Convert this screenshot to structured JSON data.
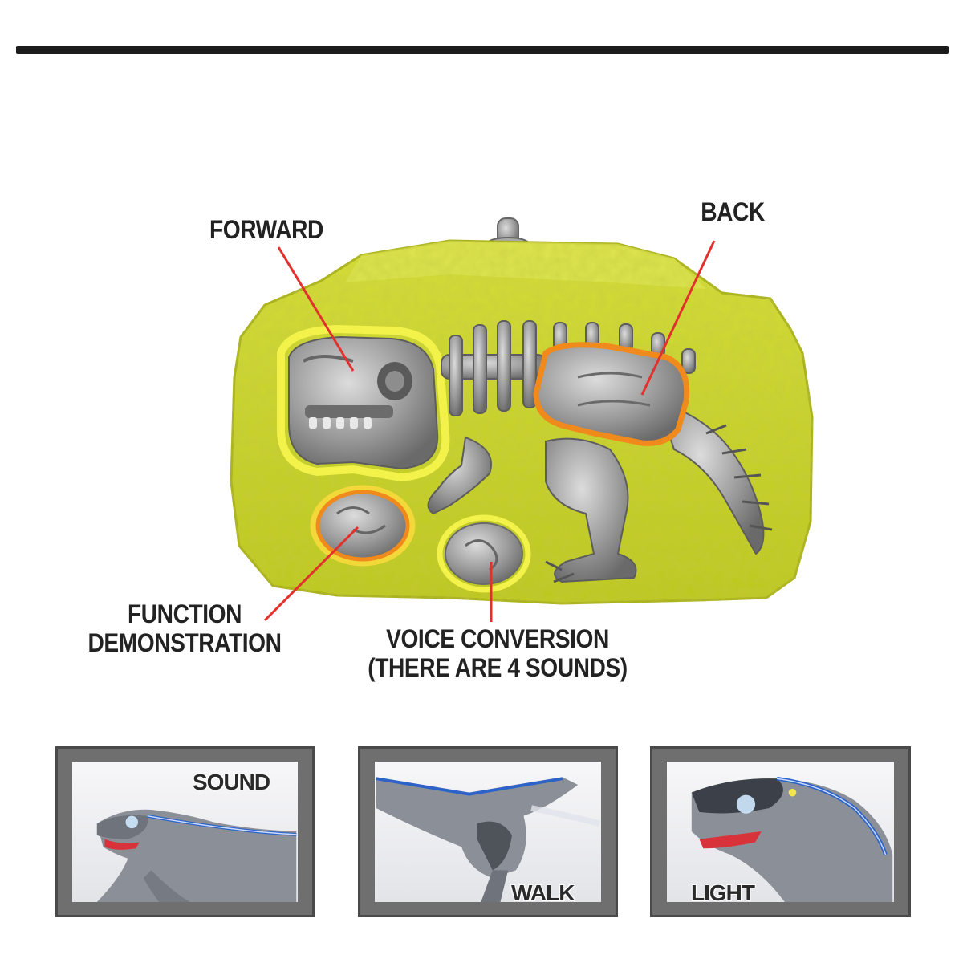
{
  "callouts": {
    "forward": "FORWARD",
    "back": "BACK",
    "function_line1": "FUNCTION",
    "function_line2": "DEMONSTRATION",
    "voice_line1": "VOICE CONVERSION",
    "voice_line2": "(THERE ARE 4 SOUNDS)"
  },
  "panels": {
    "sound": "SOUND",
    "walk": "WALK",
    "light": "LIGHT"
  },
  "colors": {
    "remote_body": "#c6d12a",
    "bone": "#9c9c9c",
    "highlight_yellow": "#f3f24a",
    "highlight_orange": "#f08a1c",
    "pointer_red": "#e2312d",
    "frame": "#6f6f6f",
    "dino_gray": "#8b8f97",
    "dino_stripe": "#2d63c8"
  },
  "icons": [
    "dinosaur-skull-button",
    "ribcage-back-button",
    "egg-function-button",
    "egg-voice-button",
    "antenna-icon"
  ]
}
